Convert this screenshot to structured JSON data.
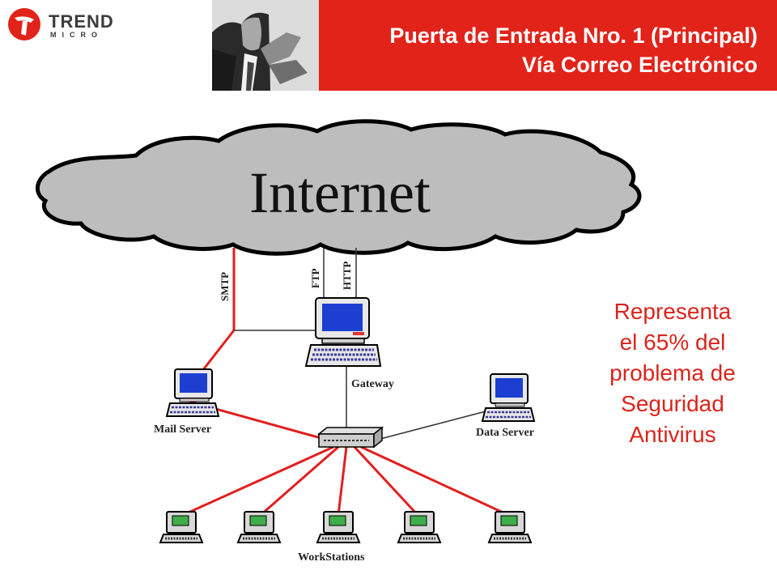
{
  "header": {
    "logo_word": "TREND",
    "logo_sub": "MICRO",
    "title_line1": "Puerta de Entrada Nro. 1 (Principal)",
    "title_line2": "Vía Correo Electrónico"
  },
  "diagram": {
    "cloud_label": "Internet",
    "protocols": {
      "smtp": "SMTP",
      "ftp": "FTP",
      "http": "HTTP"
    },
    "nodes": {
      "gateway": "Gateway",
      "mail_server": "Mail Server",
      "data_server": "Data Server",
      "workstations": "WorkStations"
    }
  },
  "note": {
    "line1": "Representa",
    "line2": "el 65% del",
    "line3": "problema de",
    "line4": "Seguridad",
    "line5": "Antivirus"
  },
  "colors": {
    "brand_red": "#e2231a",
    "link_red": "#e0201e",
    "cloud_gray": "#bdbdbd",
    "screen_blue": "#1c3fd1",
    "workstation_screen": "#3fae49"
  }
}
